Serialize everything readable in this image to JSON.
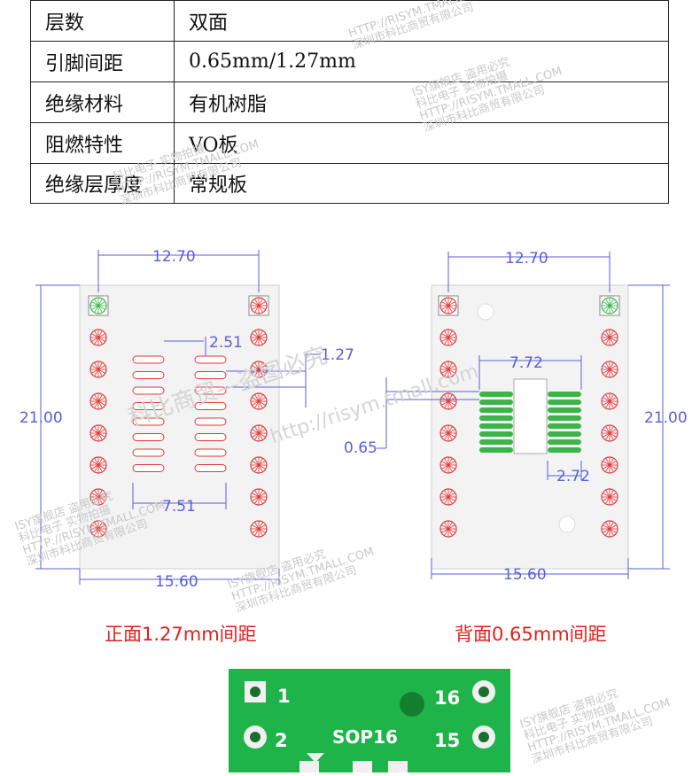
{
  "spec_table": {
    "rows": [
      {
        "key": "层数",
        "value": "双面"
      },
      {
        "key": "引脚间距",
        "value": "0.65mm/1.27mm"
      },
      {
        "key": "绝缘材料",
        "value": "有机树脂"
      },
      {
        "key": "阻燃特性",
        "value": "VO板"
      },
      {
        "key": "绝缘层厚度",
        "value": "常规板"
      }
    ]
  },
  "front": {
    "dim_width": "12.70",
    "dim_pitch": "2.51",
    "dim_pad_pitch": "1.27",
    "dim_height": "21.00",
    "dim_row_spacing": "7.51",
    "dim_outline": "15.60",
    "caption": "正面1.27mm间距"
  },
  "back": {
    "dim_width": "12.70",
    "dim_row_spacing": "7.72",
    "dim_pad_pitch": "0.65",
    "dim_height": "21.00",
    "dim_pad_len": "2.72",
    "dim_outline": "15.60",
    "caption": "背面0.65mm间距"
  },
  "photo": {
    "pin1": "1",
    "pin2": "2",
    "pin16": "16",
    "pin15": "15",
    "chip_label": "SOP16"
  },
  "watermark": {
    "line1": "ISY旗舰店 盗用必究",
    "line2": "科比电子 实物拍摄",
    "line3": "HTTP://RISYM.TMALL.COM",
    "line4": "深圳市科比商贸有限公司",
    "big": "科比商贸—盗图必究",
    "url": "http://risym.tmall.com"
  },
  "colors": {
    "dim": "#5a5fd6",
    "pad_ring": "#e23a3a",
    "pad_green": "#3bb54a",
    "board_green": "#1fb44a",
    "caption": "#e0201c"
  }
}
